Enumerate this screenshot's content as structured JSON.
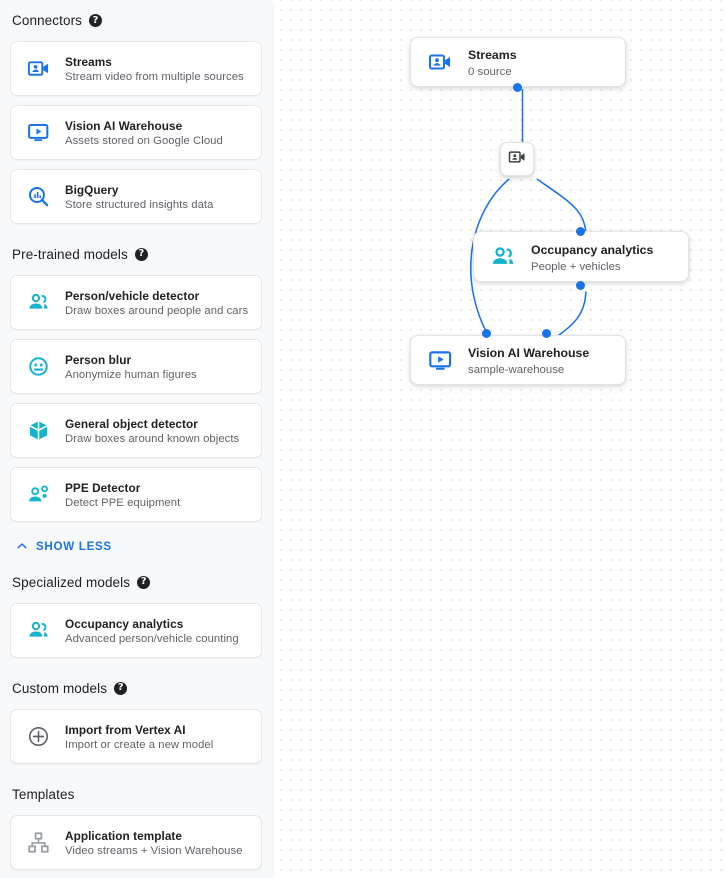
{
  "sidebar": {
    "sections": [
      {
        "title": "Connectors",
        "help": "?",
        "has_help": true,
        "items": [
          {
            "title": "Streams",
            "subtitle": "Stream video from multiple sources",
            "icon": "video-camera-person-icon",
            "color": "#1a73e8"
          },
          {
            "title": "Vision AI Warehouse",
            "subtitle": "Assets stored on Google Cloud",
            "icon": "monitor-play-icon",
            "color": "#1a73e8"
          },
          {
            "title": "BigQuery",
            "subtitle": "Store structured insights data",
            "icon": "bigquery-magnifier-icon",
            "color": "#1a73e8"
          }
        ]
      },
      {
        "title": "Pre-trained models",
        "help": "?",
        "has_help": true,
        "items": [
          {
            "title": "Person/vehicle detector",
            "subtitle": "Draw boxes around people and cars",
            "icon": "people-group-icon",
            "color": "#12b5cb"
          },
          {
            "title": "Person blur",
            "subtitle": "Anonymize human figures",
            "icon": "face-blur-icon",
            "color": "#12b5cb"
          },
          {
            "title": "General object detector",
            "subtitle": "Draw boxes around known objects",
            "icon": "cube-box-icon",
            "color": "#12b5cb"
          },
          {
            "title": "PPE Detector",
            "subtitle": "Detect PPE equipment",
            "icon": "ppe-person-gear-icon",
            "color": "#12b5cb"
          }
        ]
      },
      {
        "title": "Specialized models",
        "help": "?",
        "has_help": true,
        "items": [
          {
            "title": "Occupancy analytics",
            "subtitle": "Advanced person/vehicle counting",
            "icon": "people-group-icon",
            "color": "#12b5cb"
          }
        ]
      },
      {
        "title": "Custom models",
        "help": "?",
        "has_help": true,
        "items": [
          {
            "title": "Import from Vertex AI",
            "subtitle": "Import or create a new model",
            "icon": "plus-circle-icon",
            "color": "#5f6368"
          }
        ]
      },
      {
        "title": "Templates",
        "help": "",
        "has_help": false,
        "items": [
          {
            "title": "Application template",
            "subtitle": "Video streams + Vision Warehouse",
            "icon": "hierarchy-tree-icon",
            "color": "#9aa0a6"
          }
        ]
      }
    ],
    "show_less": {
      "label": "SHOW LESS",
      "icon": "chevron-up-icon",
      "color": "#1a73e8"
    }
  },
  "canvas": {
    "accent": "#1a73e8",
    "nodes": [
      {
        "id": "streams",
        "title": "Streams",
        "subtitle": "0 source",
        "icon": "video-camera-person-icon",
        "color": "#1a73e8"
      },
      {
        "id": "occupancy",
        "title": "Occupancy analytics",
        "subtitle": "People + vehicles",
        "icon": "people-group-icon",
        "color": "#12b5cb"
      },
      {
        "id": "warehouse",
        "title": "Vision AI Warehouse",
        "subtitle": "sample-warehouse",
        "icon": "monitor-play-icon",
        "color": "#1a73e8"
      }
    ],
    "badge": {
      "id": "stream-badge",
      "icon": "video-camera-person-icon",
      "color": "#3c4043"
    }
  }
}
